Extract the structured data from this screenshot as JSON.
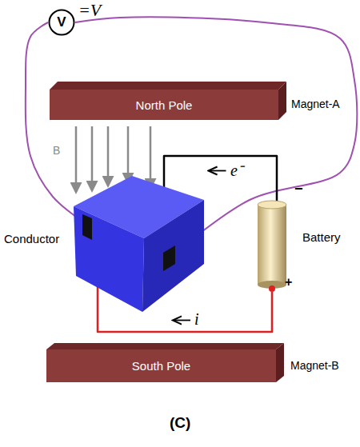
{
  "diagram": {
    "caption": "(C)",
    "nodes": [
      {
        "text": [
          "V"
        ]
      },
      {
        "text": [
          "North Pole",
          "Magnet-A"
        ]
      },
      {
        "text": [
          "Conductor"
        ]
      },
      {
        "text": [
          "Battery"
        ]
      },
      {
        "text": [
          "South Pole",
          "Magnet-B"
        ]
      }
    ],
    "edges": [
      {
        "from": 0,
        "to": 2,
        "arrow": "none"
      },
      {
        "from": 0,
        "to": 2,
        "arrow": "none"
      },
      {
        "from": 3,
        "to": 2,
        "arrow": "none",
        "label": "e⁻"
      },
      {
        "from": 3,
        "to": 2,
        "arrow": "none",
        "label": "i"
      }
    ],
    "labels": [
      "=V",
      "B",
      "−",
      "+"
    ]
  }
}
